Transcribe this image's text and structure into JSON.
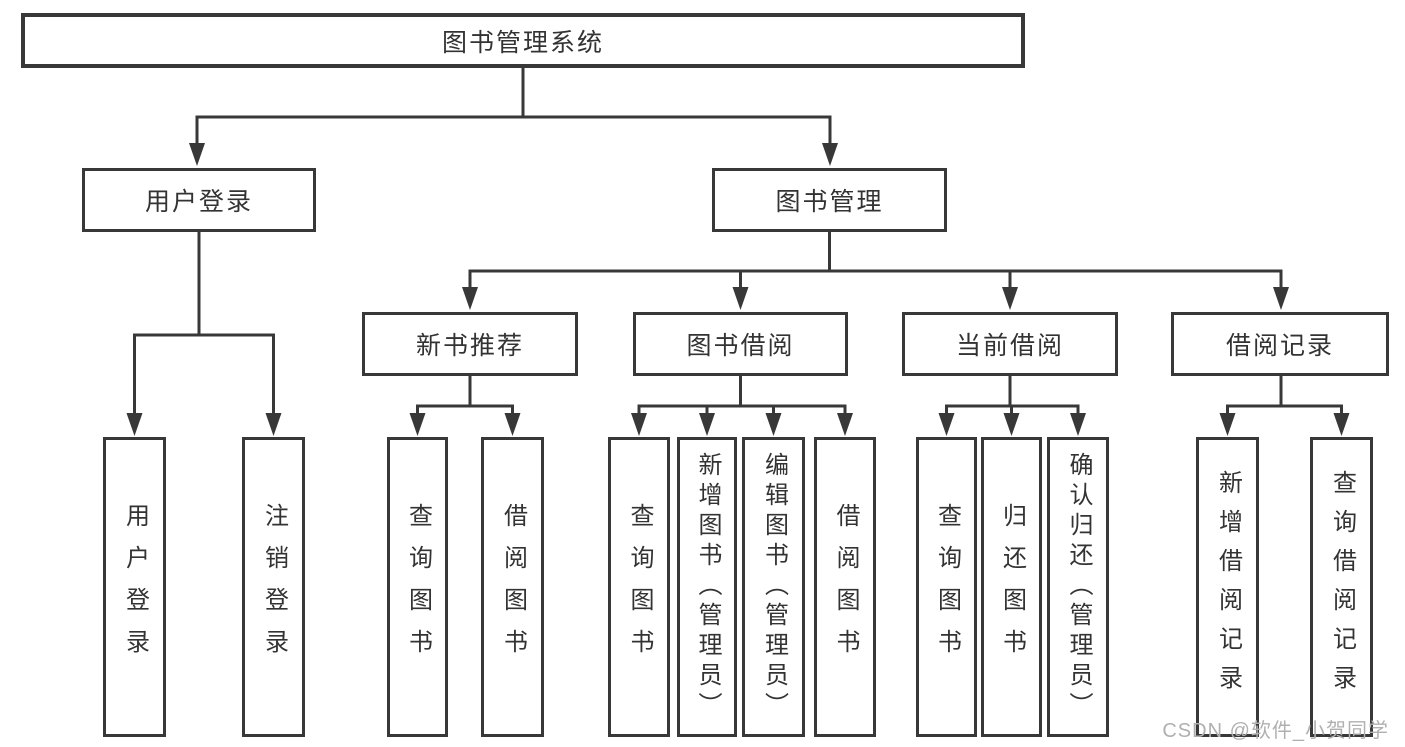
{
  "tree": {
    "root": {
      "label": "图书管理系统"
    },
    "branches": [
      {
        "label": "用户登录",
        "children": [
          {
            "label": "用户登录"
          },
          {
            "label": "注销登录"
          }
        ]
      },
      {
        "label": "图书管理",
        "children": [
          {
            "label": "新书推荐",
            "children": [
              {
                "label": "查询图书"
              },
              {
                "label": "借阅图书"
              }
            ]
          },
          {
            "label": "图书借阅",
            "children": [
              {
                "label": "查询图书"
              },
              {
                "label": "新增图书（管理员）"
              },
              {
                "label": "编辑图书（管理员）"
              },
              {
                "label": "借阅图书"
              }
            ]
          },
          {
            "label": "当前借阅",
            "children": [
              {
                "label": "查询图书"
              },
              {
                "label": "归还图书"
              },
              {
                "label": "确认归还（管理员）"
              }
            ]
          },
          {
            "label": "借阅记录",
            "children": [
              {
                "label": "新增借阅记录"
              },
              {
                "label": "查询借阅记录"
              }
            ]
          }
        ]
      }
    ]
  },
  "watermark": {
    "text": "CSDN @软件_小贺同学"
  },
  "colors": {
    "line": "#383838",
    "border": "#383838",
    "text": "#333333",
    "background": "#ffffff",
    "watermark": "#b0b0b0"
  }
}
